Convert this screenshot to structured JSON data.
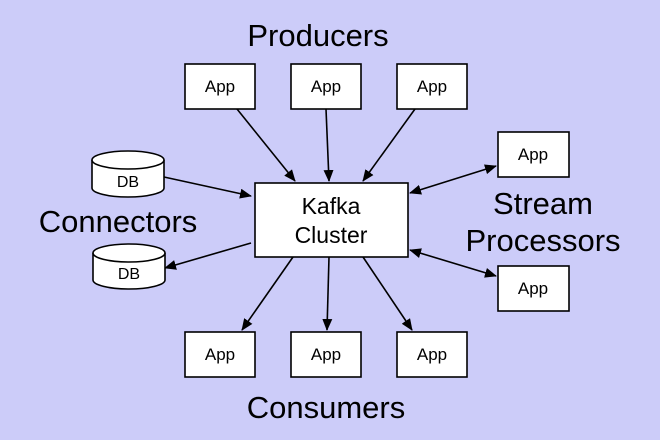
{
  "colors": {
    "background": "#ccccf9",
    "box_fill": "#ffffff",
    "stroke": "#000000"
  },
  "labels": {
    "producers": "Producers",
    "consumers": "Consumers",
    "connectors": "Connectors",
    "stream_processors_line1": "Stream",
    "stream_processors_line2": "Processors"
  },
  "cluster": {
    "line1": "Kafka",
    "line2": "Cluster"
  },
  "producers": [
    {
      "label": "App"
    },
    {
      "label": "App"
    },
    {
      "label": "App"
    }
  ],
  "consumers": [
    {
      "label": "App"
    },
    {
      "label": "App"
    },
    {
      "label": "App"
    }
  ],
  "stream_processors": [
    {
      "label": "App"
    },
    {
      "label": "App"
    }
  ],
  "connectors": [
    {
      "label": "DB"
    },
    {
      "label": "DB"
    }
  ],
  "edges": [
    {
      "from": "producer-1",
      "to": "kafka-cluster",
      "direction": "forward"
    },
    {
      "from": "producer-2",
      "to": "kafka-cluster",
      "direction": "forward"
    },
    {
      "from": "producer-3",
      "to": "kafka-cluster",
      "direction": "forward"
    },
    {
      "from": "kafka-cluster",
      "to": "consumer-1",
      "direction": "forward"
    },
    {
      "from": "kafka-cluster",
      "to": "consumer-2",
      "direction": "forward"
    },
    {
      "from": "kafka-cluster",
      "to": "consumer-3",
      "direction": "forward"
    },
    {
      "from": "connector-db-1",
      "to": "kafka-cluster",
      "direction": "forward"
    },
    {
      "from": "kafka-cluster",
      "to": "connector-db-2",
      "direction": "forward"
    },
    {
      "from": "kafka-cluster",
      "to": "stream-processor-1",
      "direction": "both"
    },
    {
      "from": "kafka-cluster",
      "to": "stream-processor-2",
      "direction": "both"
    }
  ]
}
